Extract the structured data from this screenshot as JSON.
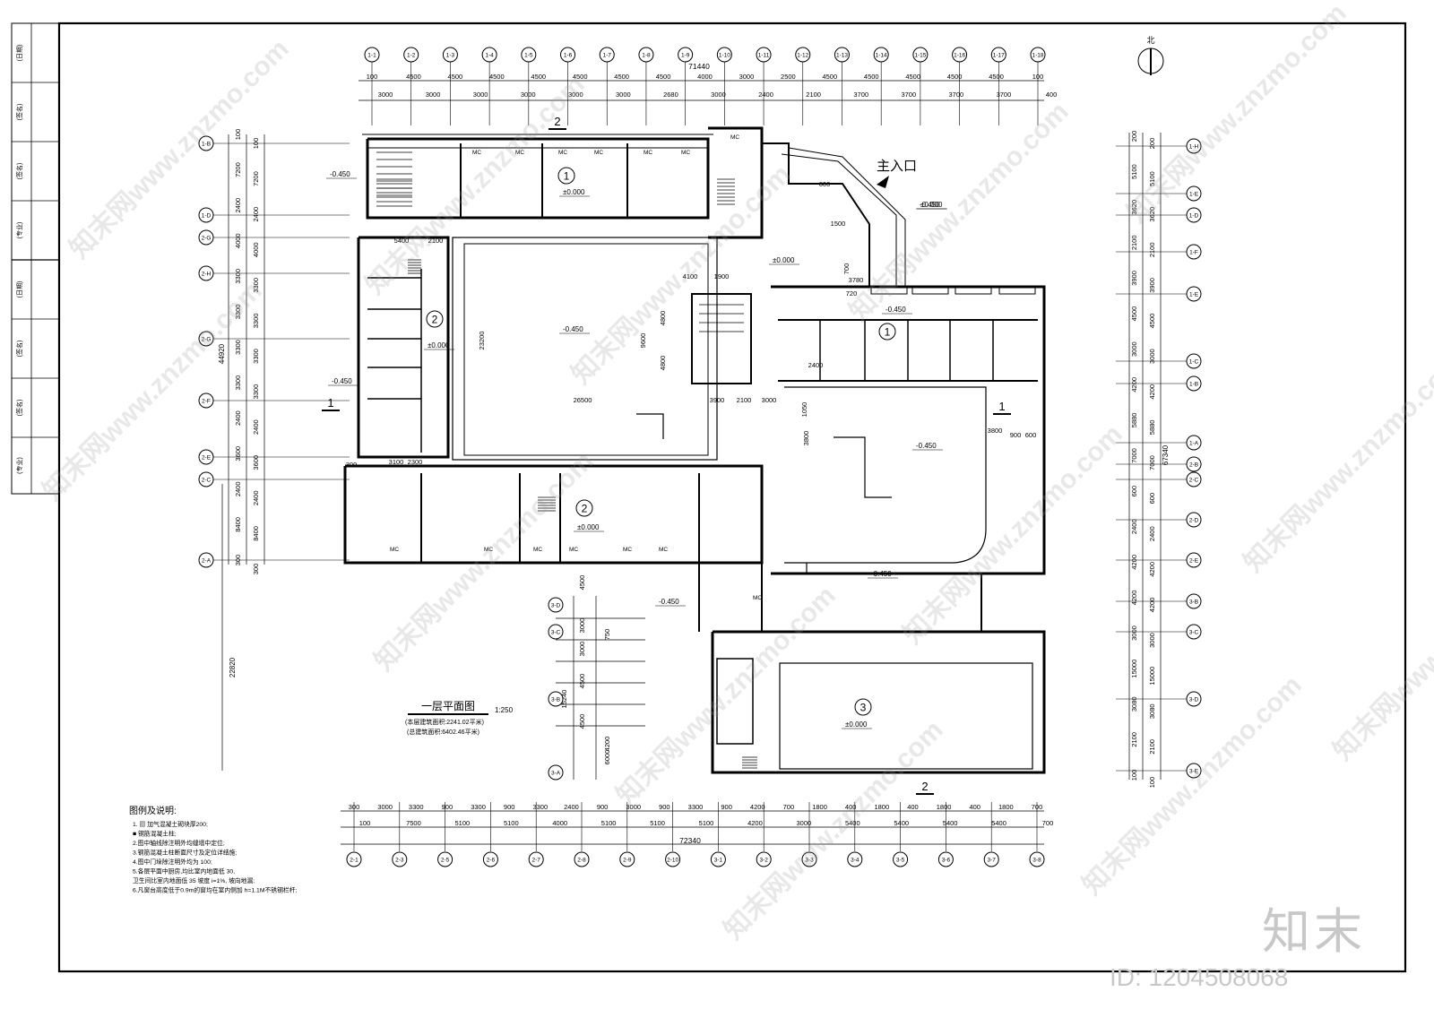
{
  "north_label": "北",
  "entrance_label": "主入口",
  "drawing_title": "一层平面图",
  "scale": "1:250",
  "floor_area": "(本层建筑面积:2241.02平米)",
  "total_area": "(总建筑面积:6402.46平米)",
  "notes_title": "图例及说明:",
  "notes": [
    "1. ▨ 加气混凝土砌块厚200;",
    "   ■ 钢筋混凝土柱;",
    "2.图中轴线除注明外均缝墙中定位;",
    "3.钢筋混凝土柱断面尺寸及定位详结施;",
    "4.图中门垛除注明外均为 100;",
    "5.各层平面中厨房,均比室内地面低 30,",
    "   卫生间比室内地面低  35  坡度 i=1%, 坡向地漏;",
    "6.凡窗台高度低于0.9m的窗均在室内侧加 h=1.1M不锈钢栏杆;"
  ],
  "title_block_labels": [
    "(日期)",
    "(签名)",
    "(签名)",
    "(专业)",
    "(日期)",
    "(签名)",
    "(签名)",
    "(专业)"
  ],
  "top_axes": [
    "1-1",
    "1-2",
    "1-3",
    "1-4",
    "1-5",
    "1-6",
    "1-7",
    "1-8",
    "1-9",
    "1-10",
    "1-11",
    "1-12",
    "1-13",
    "1-14",
    "1-15",
    "1-16",
    "1-17",
    "1-18"
  ],
  "top_total": "71440",
  "top_dims_row1": [
    "100",
    "4500",
    "4500",
    "4500",
    "4500",
    "4500",
    "4500",
    "4500",
    "4000",
    "3000",
    "2500",
    "4500",
    "4500",
    "4500",
    "4500",
    "4500",
    "100"
  ],
  "top_dims_row2": [
    "3000",
    "3000",
    "3000",
    "3000",
    "3000",
    "3000",
    "2680",
    "3000",
    "2400",
    "2100",
    "3700",
    "3700",
    "3700",
    "3700",
    "400"
  ],
  "bottom_axes": [
    "2-1",
    "2-3",
    "2-5",
    "2-6",
    "2-7",
    "2-8",
    "2-9",
    "2-10",
    "3-1",
    "3-2",
    "3-3",
    "3-4",
    "3-5",
    "3-6",
    "3-7",
    "3-8"
  ],
  "bottom_total": "72340",
  "bottom_dims_row1": [
    "300",
    "3000",
    "3300",
    "900",
    "3300",
    "900",
    "3300",
    "2400",
    "900",
    "3000",
    "900",
    "3300",
    "900",
    "4200",
    "700",
    "1800",
    "400",
    "1800",
    "400",
    "1800",
    "400",
    "1800",
    "700"
  ],
  "bottom_dims_row2": [
    "100",
    "7500",
    "5100",
    "5100",
    "4000",
    "5100",
    "5100",
    "5100",
    "4200",
    "3000",
    "5400",
    "5400",
    "5400",
    "5400",
    "700"
  ],
  "left_axes": [
    "1-B",
    "1-D",
    "2-G",
    "2-H",
    "2-G",
    "2-F",
    "2-E",
    "2-C",
    "2-A"
  ],
  "left_total": "44920",
  "left_dims": [
    "100",
    "7200",
    "2400",
    "4000",
    "3300",
    "3300",
    "3300",
    "3300",
    "2400",
    "3600",
    "2400",
    "8400",
    "300"
  ],
  "left_total2": "22820",
  "right_axes": [
    "1-H",
    "1-E",
    "1-D",
    "1-F",
    "1-E",
    "1-C",
    "1-B",
    "1-A",
    "2-B",
    "2-C",
    "2-D",
    "2-E",
    "3-B",
    "3-C",
    "3-D",
    "3-E"
  ],
  "right_total": "67340",
  "right_dims": [
    "200",
    "5100",
    "3620",
    "2100",
    "3900",
    "4500",
    "3000",
    "4200",
    "5880",
    "7000",
    "600",
    "2400",
    "4200",
    "4200",
    "3000",
    "15000",
    "3080",
    "2100",
    "100"
  ],
  "inner_dims": [
    "5400",
    "2100",
    "26500",
    "23200",
    "4100",
    "1900",
    "9600",
    "4800",
    "4800",
    "3900",
    "2100",
    "3000",
    "2300",
    "3100",
    "300",
    "2400",
    "1050",
    "3800",
    "3800",
    "900",
    "600",
    "600",
    "1500",
    "700",
    "3780",
    "720"
  ],
  "levels": [
    "-0.450",
    "±0.000",
    "±0.000",
    "-0.450",
    "-0.450",
    "±0.000",
    "-0.450",
    "-0.450",
    "±0.000",
    "-0.450",
    "-0.450",
    "±0.000",
    "±0.000",
    "-0.450"
  ],
  "room_labels": [
    "MC",
    "MC",
    "MC",
    "MC",
    "MC",
    "MC",
    "MC",
    "MC",
    "MC",
    "MC",
    "MC",
    "MC",
    "MC",
    "MC"
  ],
  "zone_numbers": [
    "1",
    "1",
    "2",
    "2",
    "3"
  ],
  "section_marks": [
    "1",
    "1",
    "2",
    "2"
  ],
  "rear_dims": [
    "4500",
    "3000",
    "3000",
    "4500",
    "4500",
    "15240",
    "750",
    "4200",
    "6000"
  ],
  "watermark": "知末网www.znzmo.com",
  "logo": "知末",
  "id_text": "ID: 1204508068"
}
